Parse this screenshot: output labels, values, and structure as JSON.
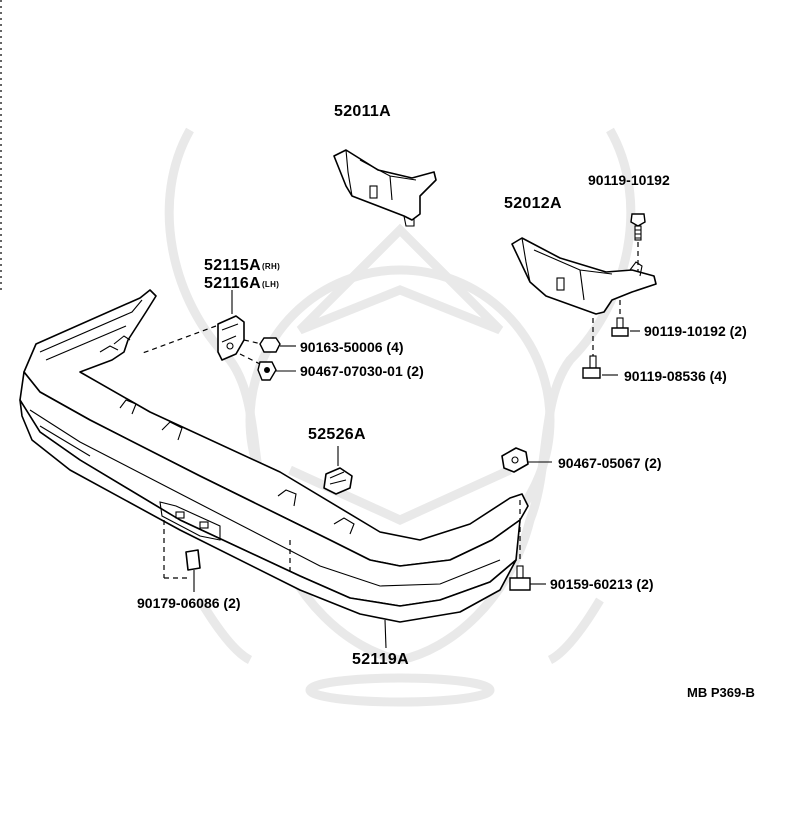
{
  "diagram": {
    "ref_code": "MB P369-B",
    "labels": {
      "p52011A": "52011A",
      "p52012A": "52012A",
      "p52115A": "52115A",
      "p52115A_suffix": "(RH)",
      "p52116A": "52116A",
      "p52116A_suffix": "(LH)",
      "p52526A": "52526A",
      "p52119A": "52119A",
      "p90119_10192_top": "90119-10192",
      "p90119_10192_2": "90119-10192 (2)",
      "p90119_08536": "90119-08536 (4)",
      "p90163_50006": "90163-50006 (4)",
      "p90467_07030": "90467-07030-01 (2)",
      "p90467_05067": "90467-05067 (2)",
      "p90159_60213": "90159-60213 (2)",
      "p90179_06086": "90179-06086 (2)"
    }
  }
}
